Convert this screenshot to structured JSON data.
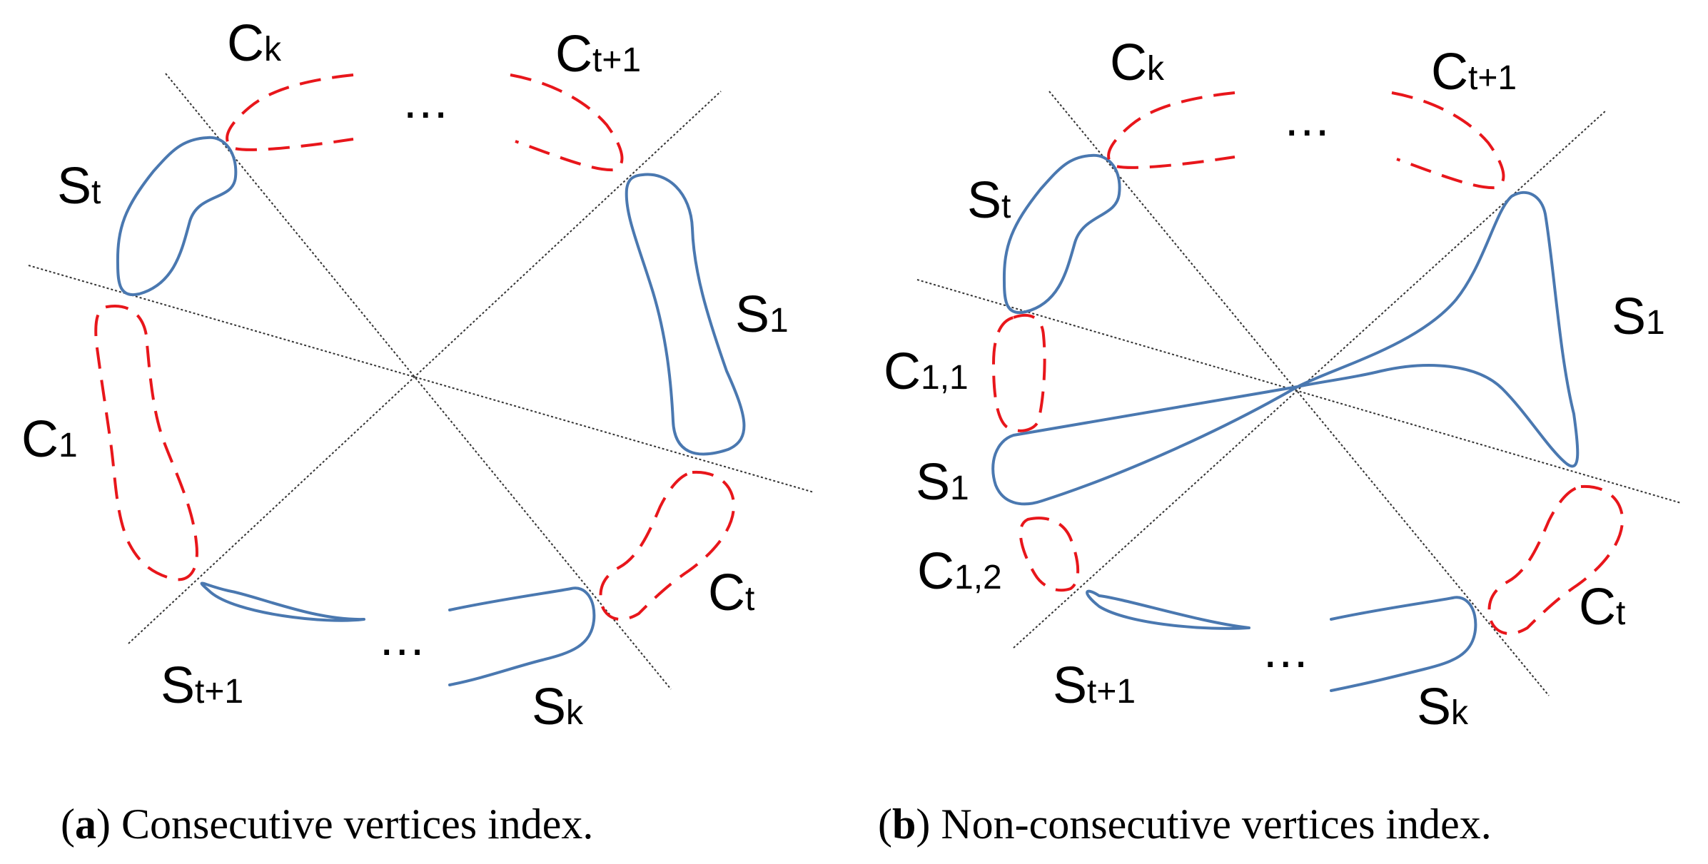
{
  "panel_a": {
    "labels": {
      "s_t_base": "S",
      "s_t_sub": "t",
      "s_1_base": "S",
      "s_1_sub": "1",
      "c_k_base": "C",
      "c_k_sub": "k",
      "c_t1_base": "C",
      "c_t1_sub": "t+1",
      "c_1_base": "C",
      "c_1_sub": "1",
      "c_t_base": "C",
      "c_t_sub": "t",
      "s_t1_base": "S",
      "s_t1_sub": "t+1",
      "s_k_base": "S",
      "s_k_sub": "k",
      "dots_top": "...",
      "dots_bottom": "..."
    },
    "caption": {
      "letter": "a",
      "open": "(",
      "close": ")",
      "text": " Consecutive vertices index."
    }
  },
  "panel_b": {
    "labels": {
      "s_t_base": "S",
      "s_t_sub": "t",
      "s_1_base": "S",
      "s_1_sub": "1",
      "s_1_left_base": "S",
      "s_1_left_sub": "1",
      "c_k_base": "C",
      "c_k_sub": "k",
      "c_t1_base": "C",
      "c_t1_sub": "t+1",
      "c_11_base": "C",
      "c_11_sub": "1,1",
      "c_12_base": "C",
      "c_12_sub": "1,2",
      "c_t_base": "C",
      "c_t_sub": "t",
      "s_t1_base": "S",
      "s_t1_sub": "t+1",
      "s_k_base": "S",
      "s_k_sub": "k",
      "dots_top": "...",
      "dots_bottom": "..."
    },
    "caption": {
      "letter": "b",
      "open": "(",
      "close": ")",
      "text": " Non-consecutive vertices index."
    }
  },
  "colors": {
    "vertex_set": "#4a78b0",
    "component": "#e8161b",
    "axis": "#333333"
  }
}
